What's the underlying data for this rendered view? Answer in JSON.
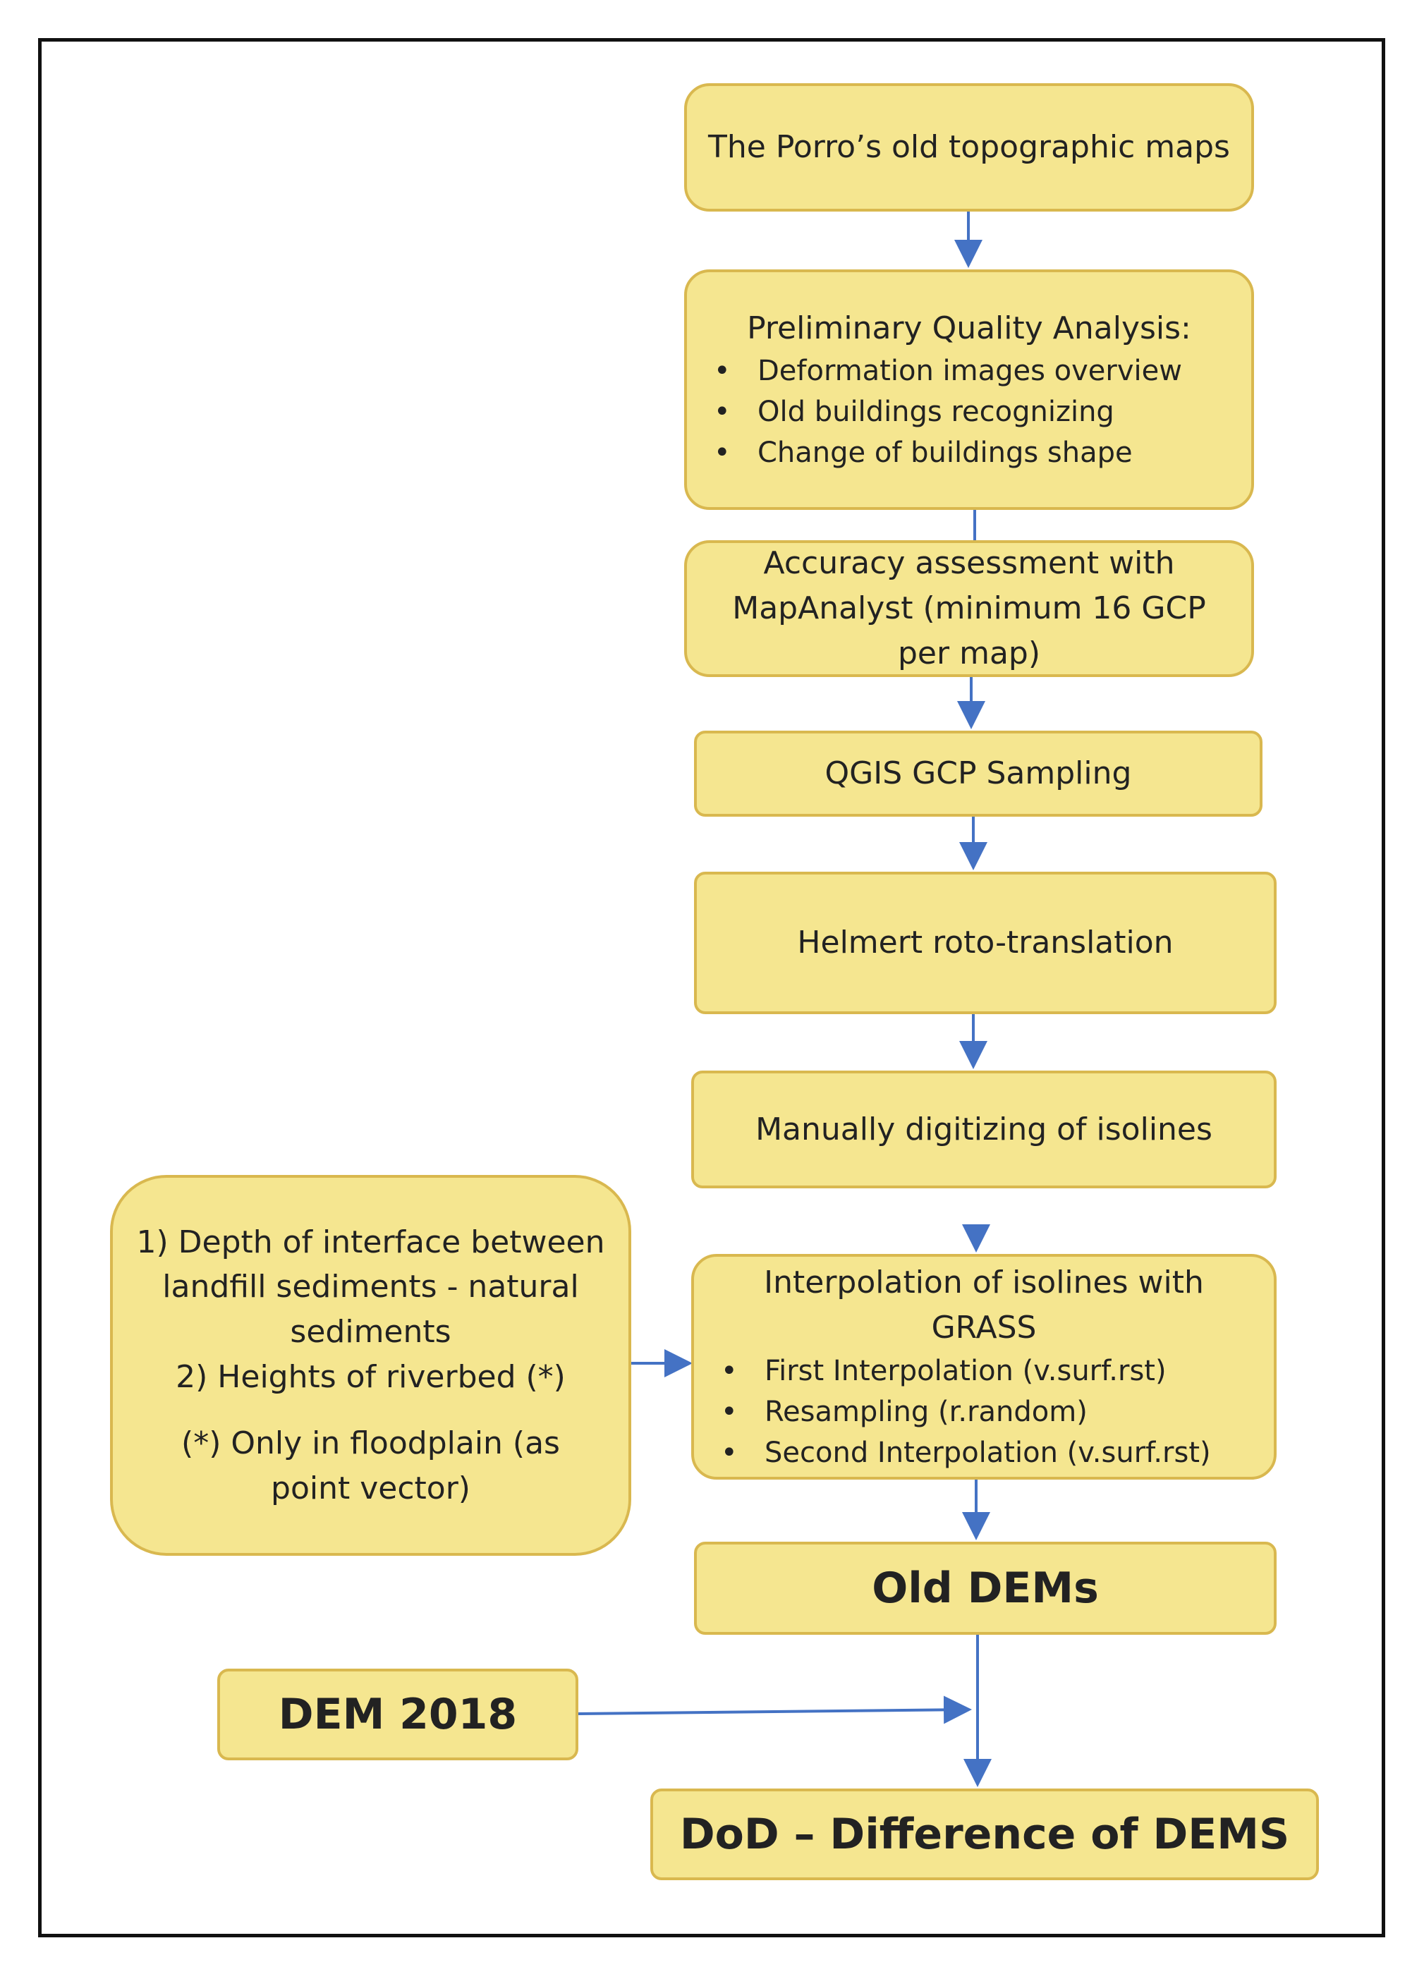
{
  "colors": {
    "box_fill": "#f5e690",
    "box_border": "#d9b84f",
    "arrow": "#4472c4",
    "frame": "#111111"
  },
  "nodes": {
    "topo_maps": {
      "text": "The Porro’s old topographic maps"
    },
    "quality": {
      "title": "Preliminary Quality Analysis:",
      "items": [
        "Deformation images overview",
        "Old buildings recognizing",
        "Change of buildings shape"
      ]
    },
    "accuracy": {
      "line1": "Accuracy assessment with",
      "line2": "MapAnalyst (minimum 16 GCP",
      "line3": "per map)"
    },
    "qgis": {
      "text": "QGIS GCP Sampling"
    },
    "helmert": {
      "text": "Helmert roto-translation"
    },
    "digitizing": {
      "text": "Manually digitizing of isolines"
    },
    "interpolation": {
      "line1": "Interpolation of isolines with",
      "line2": "GRASS",
      "items": [
        "First Interpolation (v.surf.rst)",
        "Resampling (r.random)",
        "Second Interpolation (v.surf.rst)"
      ]
    },
    "side_note": {
      "line1": "1) Depth of interface between",
      "line2": "landfill sediments  - natural",
      "line3": "sediments",
      "line4": "2) Heights of riverbed (*)",
      "line5": "(*) Only  in floodplain (as",
      "line6": "point vector)"
    },
    "old_dems": {
      "text": "Old DEMs"
    },
    "dem_2018": {
      "text": "DEM 2018"
    },
    "dod": {
      "text": "DoD – Difference of DEMS"
    }
  }
}
